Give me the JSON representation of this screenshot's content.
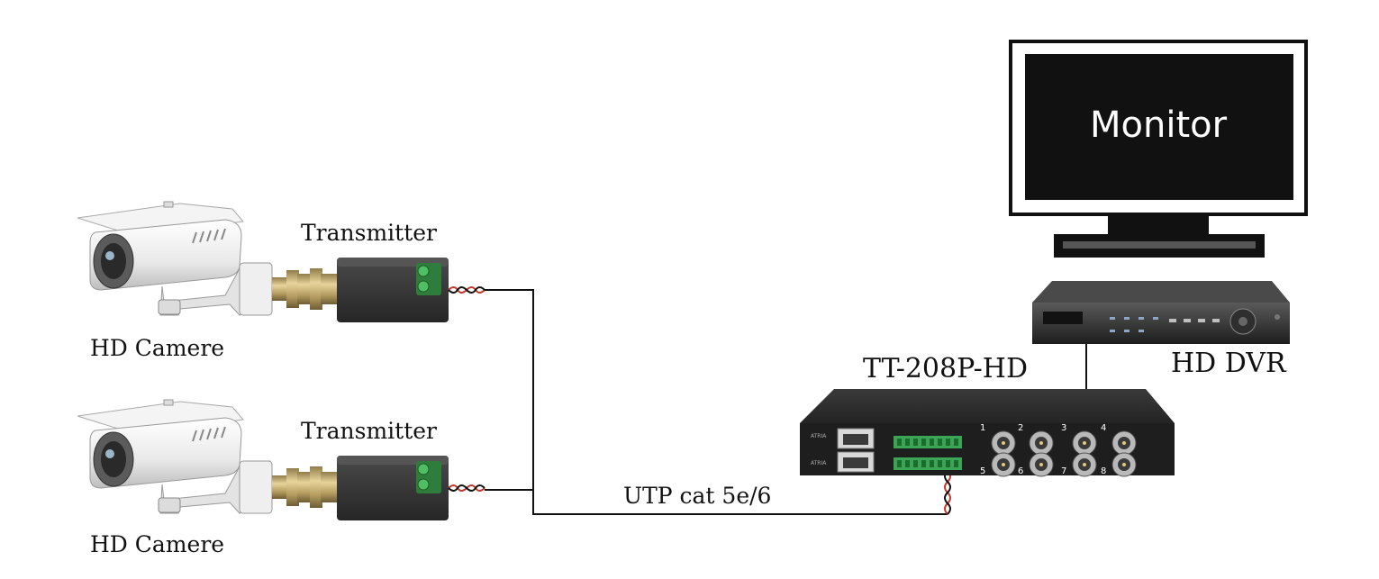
{
  "labels": {
    "camera_top": "HD Camere",
    "camera_bottom": "HD Camere",
    "transmitter_top": "Transmitter",
    "transmitter_bottom": "Transmitter",
    "cable": "UTP cat 5e/6",
    "receiver_model": "TT-208P-HD",
    "dvr": "HD DVR",
    "monitor": "Monitor"
  },
  "receiver_port_numbers": [
    "1",
    "2",
    "3",
    "4",
    "5",
    "6",
    "7",
    "8"
  ],
  "colors": {
    "device_body": "#2a2a2a",
    "wire": "#111111",
    "twisted_pair_red": "#c0392b",
    "bnc_metal": "#c8b27a",
    "terminal_green": "#3aa655",
    "camera_white": "#eeeeee"
  },
  "icons": [
    "camera-icon",
    "bnc-connector-icon",
    "transmitter-icon",
    "receiver-hub-icon",
    "dvr-icon",
    "monitor-icon"
  ]
}
